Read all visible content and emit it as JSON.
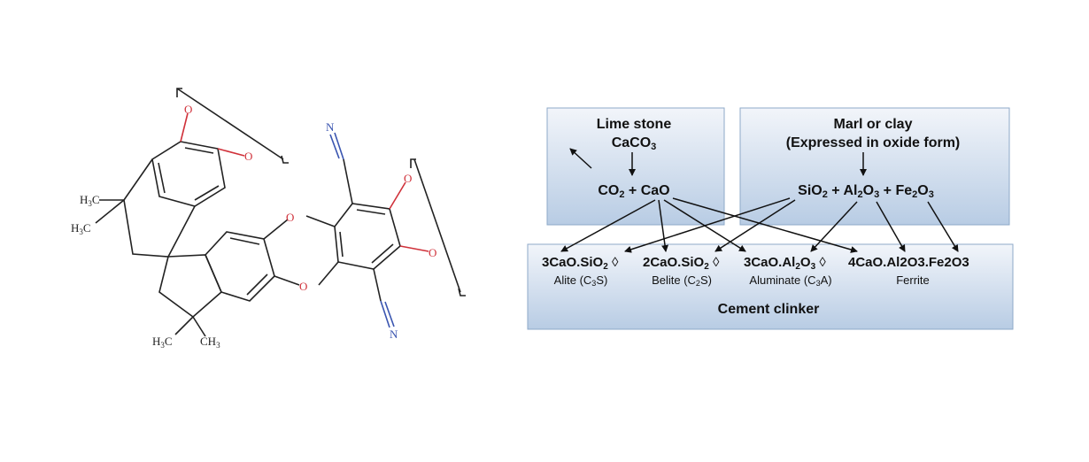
{
  "structure": {
    "atoms": {
      "O": "O",
      "N": "N",
      "H3C": "H",
      "CH3": "CH"
    }
  },
  "cement": {
    "limestone": {
      "title": "Lime stone",
      "formula": "CaCO",
      "formula_sub": "3",
      "reaction_a": "CO",
      "reaction_a_sub": "2",
      "reaction_b": " + CaO"
    },
    "marl": {
      "title": "Marl or clay",
      "subtitle": "(Expressed in oxide form)",
      "oxides": {
        "si": "SiO",
        "si_sub": "2",
        "plus1": " + Al",
        "al_sub": "2",
        "o1": "O",
        "o1_sub": "3",
        "plus2": " + Fe",
        "fe_sub": "2",
        "o2": "O",
        "o2_sub": "3"
      }
    },
    "clinker": {
      "title": "Cement clinker",
      "separator": "◊",
      "phases": [
        {
          "formula": "3CaO.SiO",
          "formula_sub": "2",
          "name": "Alite (C",
          "name_sub": "3",
          "name_end": "S)"
        },
        {
          "formula": "2CaO.SiO",
          "formula_sub": "2",
          "name": "Belite (C",
          "name_sub": "2",
          "name_end": "S)"
        },
        {
          "formula": "3CaO.Al",
          "formula_sub": "2",
          "formula_end": "O",
          "formula_end_sub": "3",
          "name": "Aluminate (C",
          "name_sub": "3",
          "name_end": "A)"
        },
        {
          "formula": "4CaO.Al2O3.Fe2O3",
          "name": "Ferrite"
        }
      ]
    },
    "colors": {
      "box_top": "#f2f5fa",
      "box_bottom": "#b8cce4",
      "box_border": "#8ea9c8"
    }
  }
}
